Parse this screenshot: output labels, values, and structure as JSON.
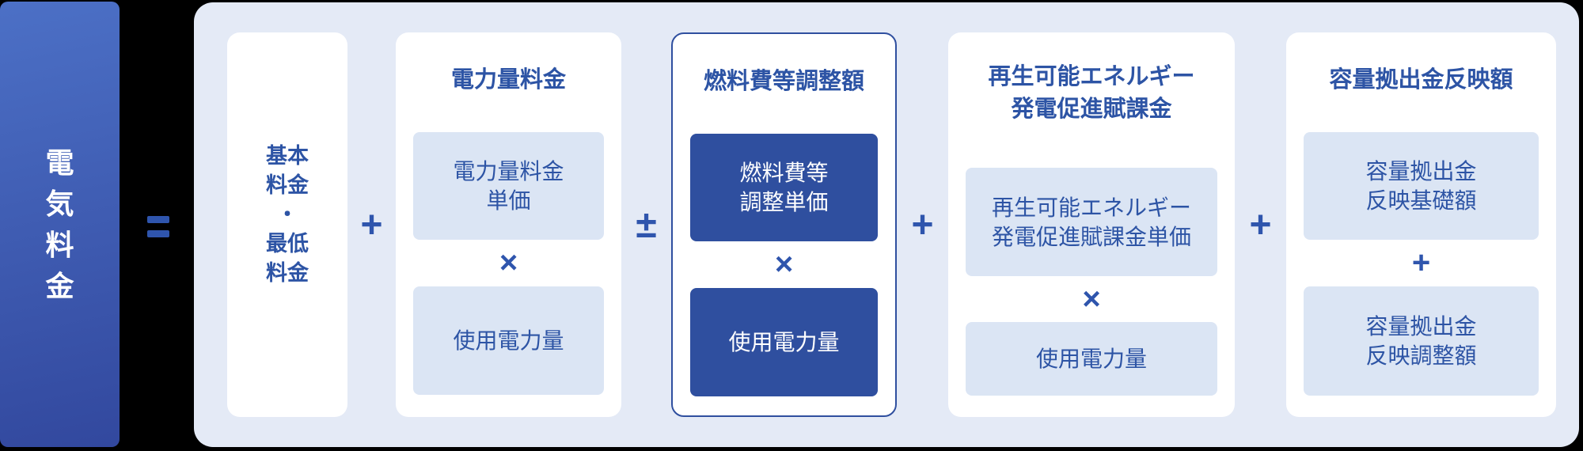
{
  "colors": {
    "page_bg": "#000000",
    "result_gradient_top": "#4C70C6",
    "result_gradient_bottom": "#32489E",
    "container_bg": "#E4EAF6",
    "card_bg": "#FFFFFF",
    "light_box_bg": "#DBE5F4",
    "dark_box_bg": "#2F4F9F",
    "outline_blue": "#2F4F9F",
    "text_blue": "#2D54A5",
    "operator_blue": "#2F55AD",
    "dark_box_text": "#FFFFFF"
  },
  "result": {
    "label": "電気料金",
    "chars": [
      "電",
      "気",
      "料",
      "金"
    ]
  },
  "operators": {
    "equals": "=",
    "between": [
      "+",
      "±",
      "+",
      "+"
    ]
  },
  "cards": [
    {
      "name": "basic-minimum-charge",
      "text": "基本料金・最低料金",
      "lines": [
        "基本",
        "料金",
        "・",
        "最低",
        "料金"
      ]
    },
    {
      "name": "energy-charge",
      "title_lines": [
        "電力量料金"
      ],
      "box1_lines": [
        "電力量料金",
        "単価"
      ],
      "op": "×",
      "box2_lines": [
        "使用電力量"
      ]
    },
    {
      "name": "fuel-cost-adjustment",
      "title_lines": [
        "燃料費等調整額"
      ],
      "box1_lines": [
        "燃料費等",
        "調整単価"
      ],
      "op": "×",
      "box2_lines": [
        "使用電力量"
      ]
    },
    {
      "name": "renewable-energy-levy",
      "title_lines": [
        "再生可能エネルギー",
        "発電促進賦課金"
      ],
      "box1_lines": [
        "再生可能エネルギー",
        "発電促進賦課金単価"
      ],
      "op": "×",
      "box2_lines": [
        "使用電力量"
      ]
    },
    {
      "name": "capacity-contribution",
      "title_lines": [
        "容量拠出金反映額"
      ],
      "box1_lines": [
        "容量拠出金",
        "反映基礎額"
      ],
      "op": "+",
      "box2_lines": [
        "容量拠出金",
        "反映調整額"
      ]
    }
  ]
}
